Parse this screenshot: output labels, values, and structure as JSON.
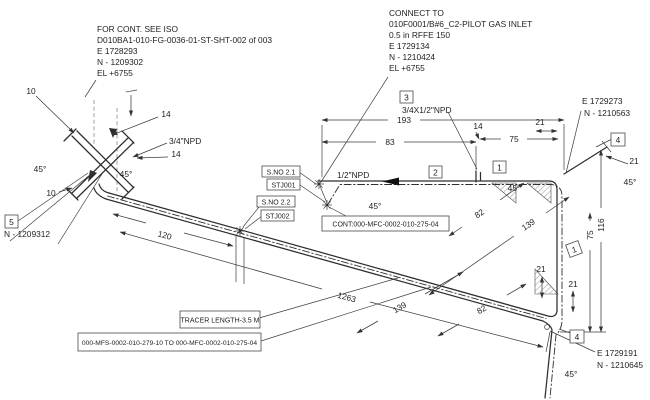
{
  "drawing": {
    "kind": "piping-isometric",
    "ink": "#2e2e2e",
    "note_left": {
      "l1": "FOR CONT. SEE ISO",
      "l2": "D010BA1-010-FG-0036-01-ST-SHT-002 of 003",
      "l3": "E 1728293",
      "l4": "N - 1209302",
      "l5": "EL +6755"
    },
    "note_connect": {
      "l1": "CONNECT TO",
      "l2": "010F0001/B#6_C2-PILOT GAS INLET",
      "l3": "0.5 in RFFE 150",
      "l4": "E 1729134",
      "l5": "N - 1210424",
      "l6": "EL +6755"
    },
    "coord_top_right": {
      "e": "E 1729273",
      "n": "N - 1210563"
    },
    "coord_bottom_right": {
      "e": "E 1729191",
      "n": "N - 1210645"
    },
    "coord_left": {
      "n": "N - 1209312"
    },
    "callouts": {
      "c1": "1",
      "c2": "2",
      "c3": "3",
      "c4": "4",
      "c5": "5"
    },
    "tags": {
      "sno21": "S.NO 2.1",
      "stj001": "STJ001",
      "sno22": "S.NO 2.2",
      "stj002": "STJ002",
      "cont": "CONT:000-MFC-0002-010-275-04",
      "tracer": "TRACER LENGTH-3.5 M",
      "route": "000-MFS-0002-010-279-10 TO 000-MFC-0002-010-275-04"
    },
    "sizes": {
      "npd34": "3/4\"NPD",
      "npd12": "1/2\"NPD",
      "npd3412": "3/4X1/2\"NPD"
    },
    "dims": {
      "d10": "10",
      "d14": "14",
      "d21": "21",
      "d45": "45°",
      "d75": "75",
      "d82": "82",
      "d83": "83",
      "d116": "116",
      "d120": "120",
      "d139": "139",
      "d193": "193",
      "d1263": "1263"
    }
  }
}
